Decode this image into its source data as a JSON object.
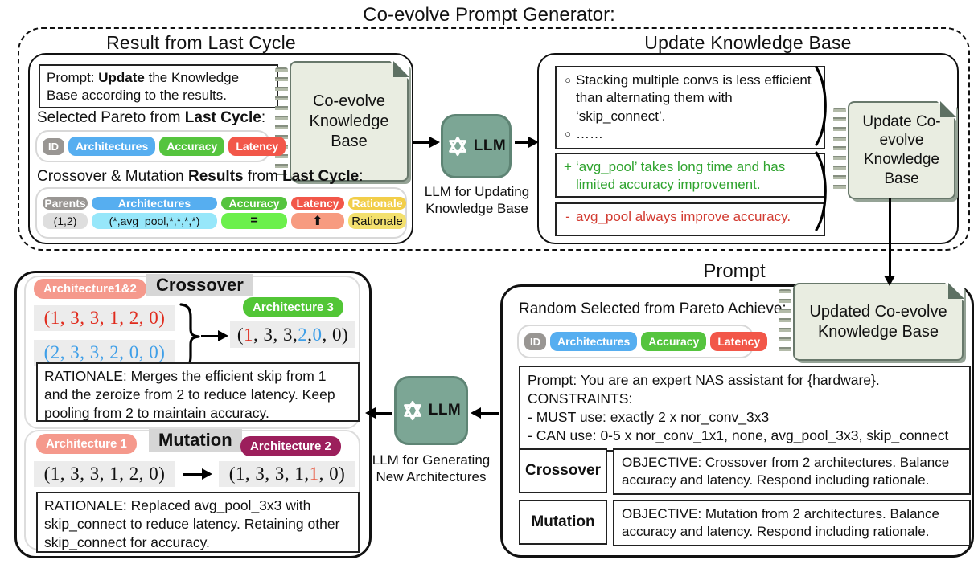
{
  "title": "Co-evolve Prompt Generator:",
  "icons": {
    "openai_logo": "openai-knot",
    "up_arrow": "⬆",
    "bullet": "○",
    "plus_marker": "+",
    "minus_marker": "-",
    "brace_close": ")",
    "brace_curly": "}"
  },
  "colors": {
    "pill_gray": "#999693",
    "pill_blue": "#56aef0",
    "pill_green": "#55c43e",
    "pill_red": "#f25749",
    "pill_gold": "#f2ce49",
    "cell_yellow": "#f3e06e",
    "cell_cyan": "#97e7fa",
    "cell_green": "#6cf04c",
    "cell_salmon": "#f79b80",
    "cell_gray": "#dedede",
    "tag_salmon": "#f5998c",
    "tag_green": "#52c636",
    "tag_magenta": "#9c1f5c",
    "tag_gray": "#d6d6d6",
    "llm_teal": "#7ca695",
    "notebook_paper": "#e9ede1",
    "text_green": "#2fa32e",
    "text_red": "#d23b31",
    "tuple_red": "#e02b1d",
    "tuple_blue": "#3f9fe8",
    "tuple_mutation_red": "#e8604a"
  },
  "result_cycle": {
    "heading": "Result from Last Cycle",
    "prompt": {
      "p1": "Prompt: ",
      "p2": "Update",
      "p3": " the Knowledge Base according to the results."
    },
    "pareto_label": {
      "p1": "Selected Pareto from ",
      "p2": "Last Cycle",
      "p3": ":"
    },
    "pareto_headers": {
      "id": "ID",
      "arch": "Architectures",
      "acc": "Accuracy",
      "lat": "Latency"
    },
    "results_label": {
      "p1": "Crossover & Mutation ",
      "p2": "Results",
      "p3": " from ",
      "p4": "Last Cycle",
      "p5": ":"
    },
    "results_table": {
      "headers": {
        "parents": "Parents",
        "arch": "Architectures",
        "acc": "Accuracy",
        "lat": "Latency",
        "rat": "Rationale"
      },
      "row": {
        "parents": "(1,2)",
        "arch": "(*,avg_pool,*,*,*,*)",
        "acc": "=",
        "lat": "⬆",
        "rat": "Rationale"
      }
    },
    "notebook": "Co-evolve Knowledge Base"
  },
  "llm_update": {
    "label": "LLM",
    "caption": "LLM for Updating Knowledge Base"
  },
  "update_kb": {
    "heading": "Update Knowledge Base",
    "box1": {
      "marker1": "○",
      "item1": "Stacking multiple convs is less efficient than alternating them with ‘skip_connect’.",
      "marker2": "○",
      "item2": "……"
    },
    "box2": {
      "marker": "+",
      "text": "‘avg_pool’ takes long time and has limited accuracy improvement."
    },
    "box3": {
      "marker": "-",
      "text": "avg_pool always improve accuracy."
    },
    "notebook": "Update Co-evolve Knowledge Base"
  },
  "prompt_section": {
    "heading": "Prompt",
    "random_label": "Random Selected from Pareto Achieve:",
    "pareto_headers": {
      "id": "ID",
      "arch": "Architectures",
      "acc": "Accuracy",
      "lat": "Latency"
    },
    "notebook": "Updated Co-evolve Knowledge Base",
    "prompt_box": {
      "line1": "Prompt: You are an expert NAS assistant for {hardware}.",
      "line2": "CONSTRAINTS:",
      "line3": "- MUST use: exactly 2 x nor_conv_3x3",
      "line4": "- CAN use: 0-5 x nor_conv_1x1, none, avg_pool_3x3, skip_connect"
    },
    "objectives": [
      {
        "label": "Crossover",
        "text": "OBJECTIVE: Crossover from 2 architectures. Balance accuracy and latency. Respond including rationale."
      },
      {
        "label": "Mutation",
        "text": "OBJECTIVE: Mutation from 2 architectures. Balance accuracy and latency. Respond including rationale."
      }
    ]
  },
  "llm_generate": {
    "label": "LLM",
    "caption": "LLM for Generating New Architectures"
  },
  "evolve": {
    "crossover": {
      "label": "Crossover",
      "parents_label": "Architecture1&2",
      "parent1": "(1, 3, 3, 1, 2, 0)",
      "parent2": "(2, 3, 3, 2, 0, 0)",
      "child_label": "Architecture 3",
      "child": {
        "s1": "(",
        "s2": "1",
        "s3": ", 3, 3, ",
        "s4": "2",
        "s5": ", ",
        "s6": "0",
        "s7": ", 0)"
      },
      "rationale": "RATIONALE: Merges the efficient skip from 1 and the zeroize from 2 to reduce latency. Keep pooling from 2 to maintain accuracy."
    },
    "mutation": {
      "label": "Mutation",
      "src_label": "Architecture 1",
      "src": "(1, 3, 3, 1, 2, 0)",
      "dst_label": "Architecture 2",
      "dst": {
        "s1": "(1, 3, 3, 1, ",
        "s2": "1",
        "s3": ", 0)"
      },
      "rationale": "RATIONALE: Replaced avg_pool_3x3 with skip_connect to reduce latency. Retaining other skip_connect for accuracy."
    }
  }
}
